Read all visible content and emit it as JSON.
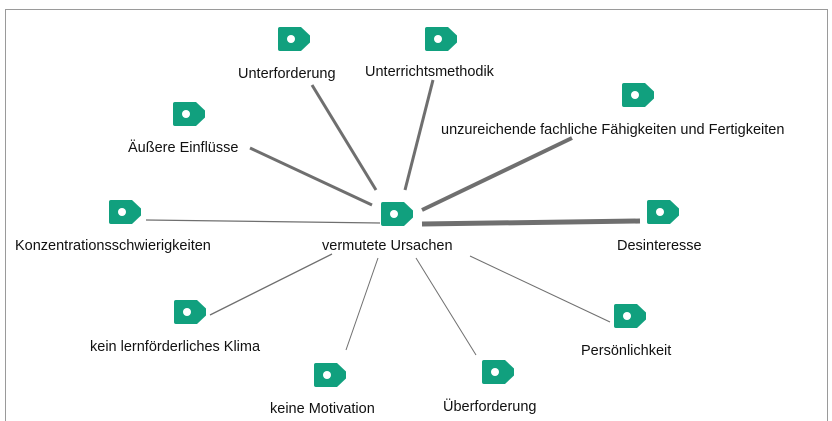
{
  "diagram": {
    "center": {
      "label": "vermutete Ursachen",
      "icon": "tag-icon"
    },
    "colors": {
      "tag": "#11a07e",
      "edge": "#6f6f6f",
      "text": "#111111"
    },
    "nodes": [
      {
        "id": "unterforderung",
        "label": "Unterforderung",
        "icon": "tag-icon"
      },
      {
        "id": "unterrichtsmethodik",
        "label": "Unterrichtsmethodik",
        "icon": "tag-icon"
      },
      {
        "id": "unzureichende",
        "label": "unzureichende fachliche Fähigkeiten und Fertigkeiten",
        "icon": "tag-icon"
      },
      {
        "id": "aeussere",
        "label": "Äußere Einflüsse",
        "icon": "tag-icon"
      },
      {
        "id": "konzentration",
        "label": "Konzentrationsschwierigkeiten",
        "icon": "tag-icon"
      },
      {
        "id": "desinteresse",
        "label": "Desinteresse",
        "icon": "tag-icon"
      },
      {
        "id": "klima",
        "label": "kein lernförderliches Klima",
        "icon": "tag-icon"
      },
      {
        "id": "persoenlichkeit",
        "label": "Persönlichkeit",
        "icon": "tag-icon"
      },
      {
        "id": "motivation",
        "label": "keine Motivation",
        "icon": "tag-icon"
      },
      {
        "id": "ueberforderung",
        "label": "Überforderung",
        "icon": "tag-icon"
      }
    ]
  }
}
